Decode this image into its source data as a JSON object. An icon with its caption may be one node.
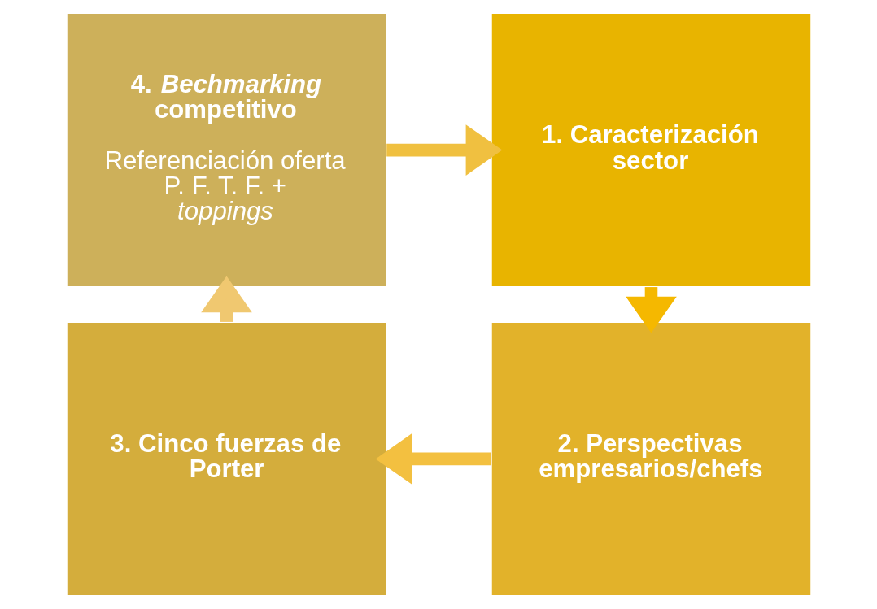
{
  "diagram": {
    "nodes": [
      {
        "text": [
          "1. Caracterización sector"
        ]
      },
      {
        "text": [
          "2. Perspectivas empresarios/chefs"
        ]
      },
      {
        "text": [
          "3. Cinco fuerzas de Porter"
        ]
      },
      {
        "text": [
          "4. *Bechmarking* competitivo",
          "Referenciación oferta P. F. T. F. + *toppings*"
        ]
      }
    ],
    "edges": [
      {
        "from": 3,
        "to": 0,
        "arrow": "to"
      },
      {
        "from": 0,
        "to": 1,
        "arrow": "to"
      },
      {
        "from": 1,
        "to": 2,
        "arrow": "to"
      },
      {
        "from": 2,
        "to": 3,
        "arrow": "to"
      }
    ]
  }
}
